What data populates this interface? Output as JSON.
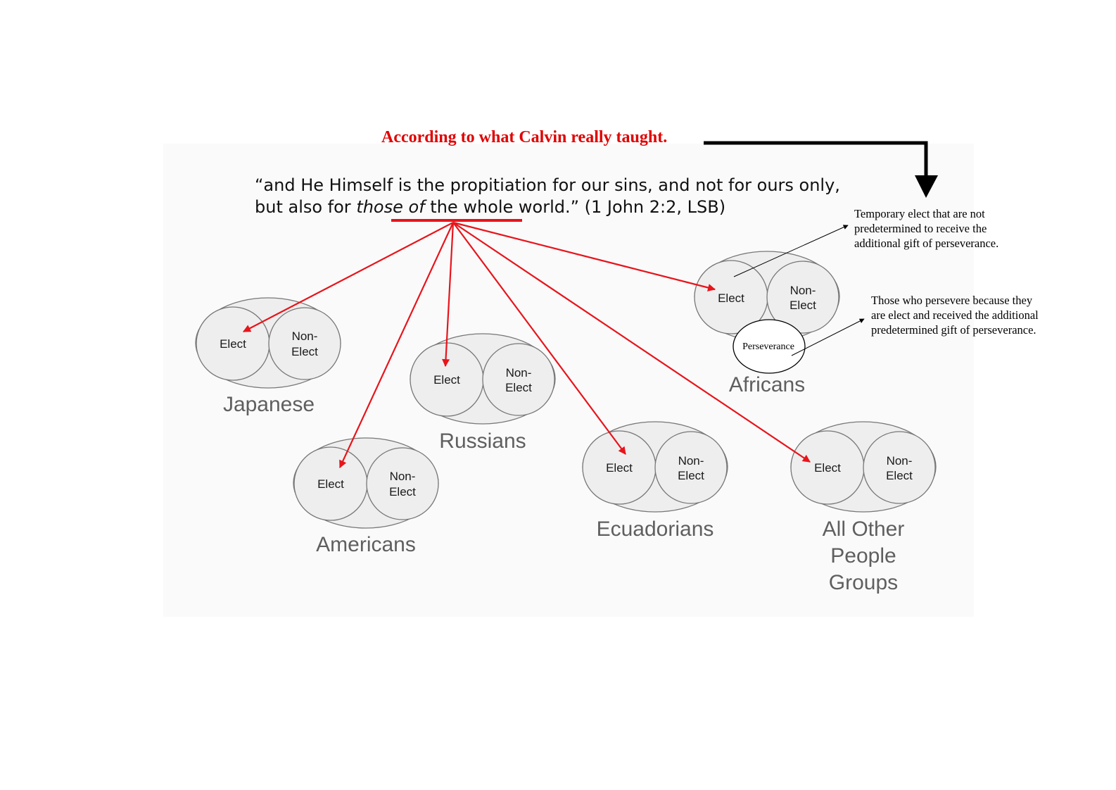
{
  "headline": "According to what Calvin really taught.",
  "quote": {
    "open": "“and He Himself is the propitiation for our sins, and not for ours only, but also for ",
    "italic": "those of",
    "underlined": "the whole world.",
    "close": "” (1 John 2:2, LSB)"
  },
  "labels": {
    "elect": "Elect",
    "non_elect_line1": "Non-",
    "non_elect_line2": "Elect",
    "perseverance": "Perseverance"
  },
  "groups": [
    {
      "id": "japanese",
      "name_lines": [
        "Japanese"
      ]
    },
    {
      "id": "americans",
      "name_lines": [
        "Americans"
      ]
    },
    {
      "id": "russians",
      "name_lines": [
        "Russians"
      ]
    },
    {
      "id": "ecuadorians",
      "name_lines": [
        "Ecuadorians"
      ]
    },
    {
      "id": "all-other",
      "name_lines": [
        "All Other",
        "People",
        "Groups"
      ]
    },
    {
      "id": "africans",
      "name_lines": [
        "Africans"
      ]
    }
  ],
  "annotations": {
    "temporary_elect": [
      "Temporary elect  that are not",
      "predetermined to receive the",
      "additional gift of perseverance."
    ],
    "persevere": [
      "Those who persevere because they",
      "are elect and received the additional",
      "predetermined gift of perseverance."
    ]
  },
  "colors": {
    "accent_red": "#e00000",
    "arrow_red": "#e8141b",
    "ellipse_fill": "#eeeeee",
    "ellipse_stroke": "#777777",
    "group_label": "#5f5f5f"
  }
}
